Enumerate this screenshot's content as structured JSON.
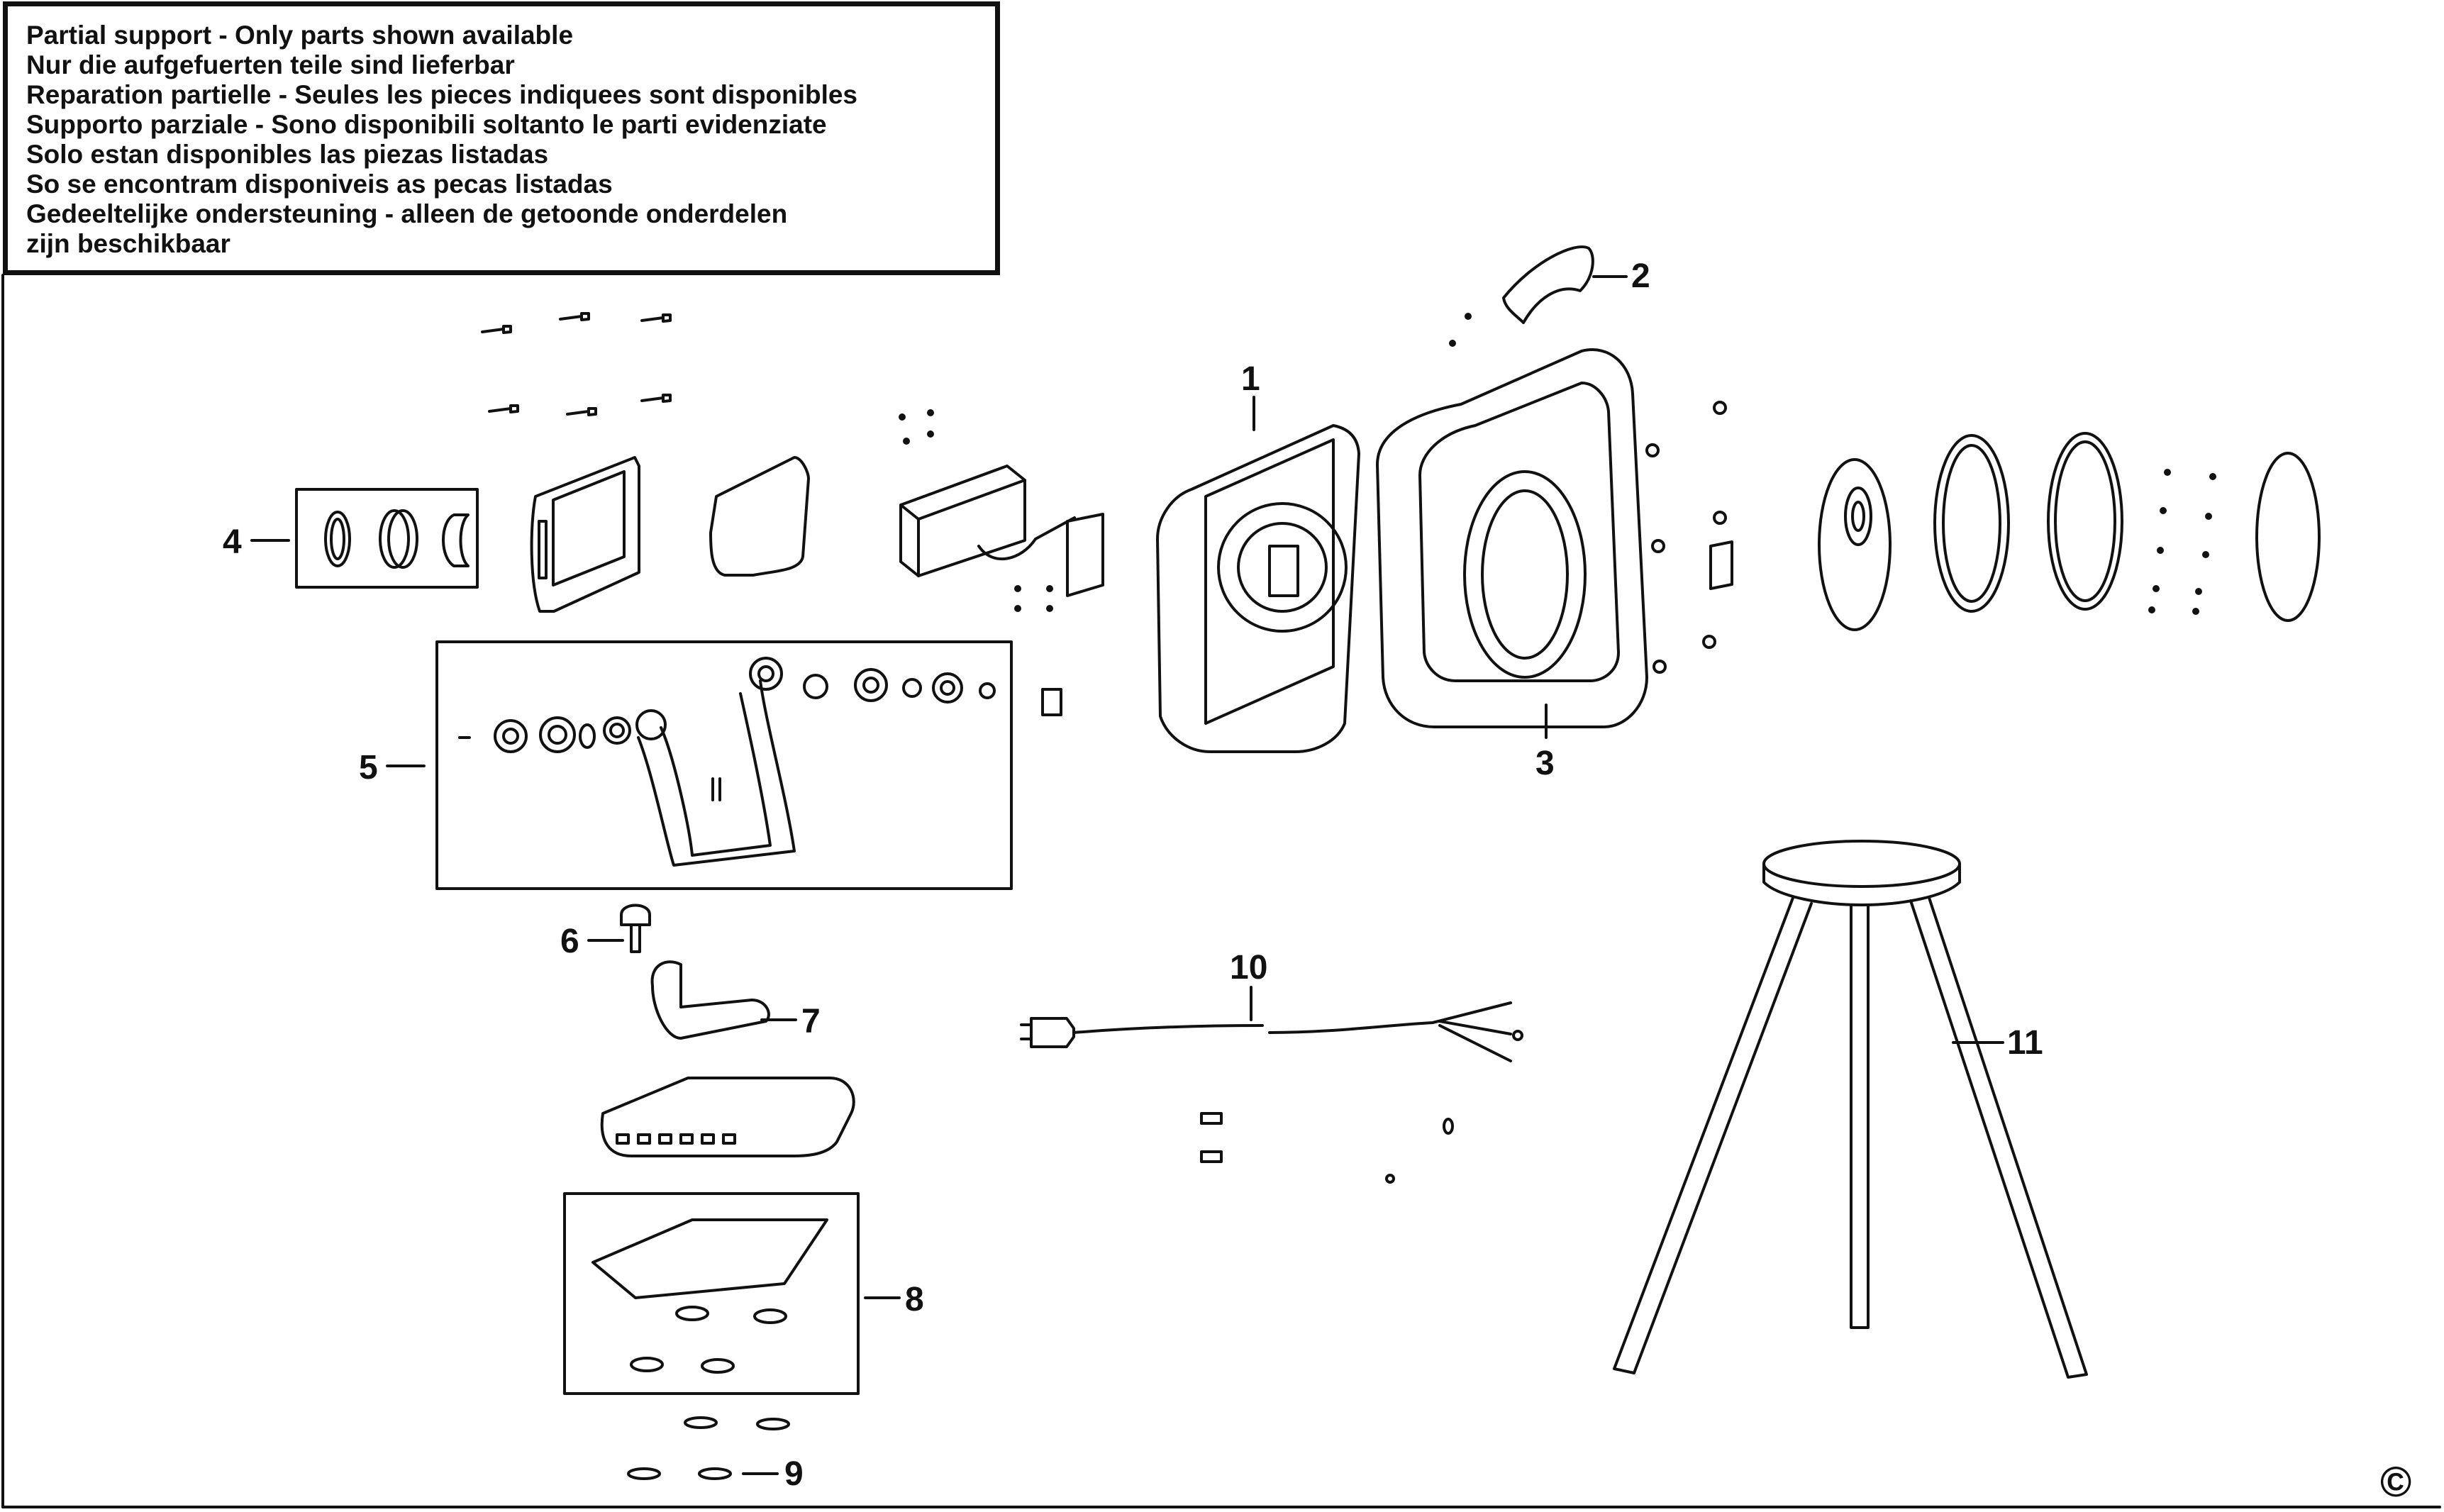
{
  "notice": {
    "lines": [
      "Partial support - Only parts shown available",
      "Nur die aufgefuerten teile sind lieferbar",
      "Reparation partielle - Seules les pieces indiquees sont disponibles",
      "Supporto parziale - Sono disponibili soltanto le parti evidenziate",
      "Solo estan disponibles las piezas listadas",
      "So se encontram disponiveis as pecas listadas",
      "Gedeeltelijke ondersteuning - alleen de getoonde onderdelen",
      "zijn beschikbaar"
    ]
  },
  "callouts": {
    "c1": "1",
    "c2": "2",
    "c3": "3",
    "c4": "4",
    "c5": "5",
    "c6": "6",
    "c7": "7",
    "c8": "8",
    "c9": "9",
    "c10": "10",
    "c11": "11"
  },
  "copyright": "©",
  "colors": {
    "ink": "#111111",
    "paper": "#ffffff",
    "shade": "#cfcfcf"
  }
}
